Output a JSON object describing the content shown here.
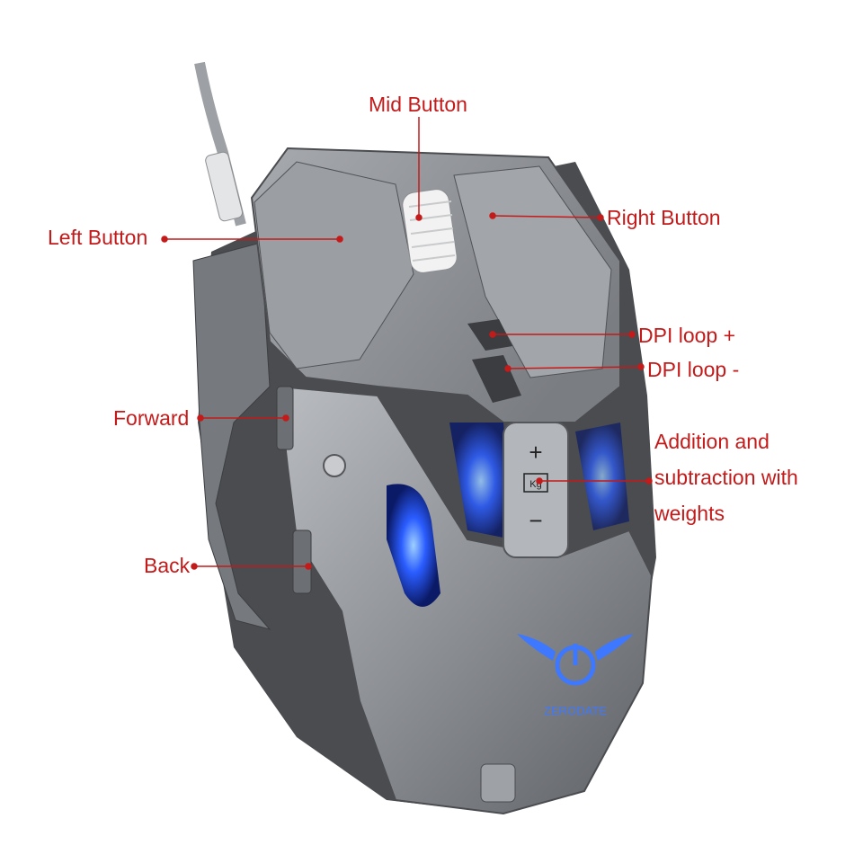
{
  "labels": {
    "mid_button": "Mid Button",
    "right_button": "Right Button",
    "left_button": "Left Button",
    "dpi_plus": "DPI loop +",
    "dpi_minus": "DPI loop -",
    "forward": "Forward",
    "weights_line1": "Addition and",
    "weights_line2": "subtraction with",
    "weights_line3": "weights",
    "back": "Back"
  },
  "weight_button": {
    "plus": "+",
    "minus": "−",
    "kg": "Kg"
  },
  "logo_text": "ZERODATE",
  "colors": {
    "label_text": "#c41a1a",
    "leader_line": "#c41a1a",
    "mouse_body": "#8e9195",
    "led_glow": "#2a5cff",
    "background": "#ffffff"
  }
}
